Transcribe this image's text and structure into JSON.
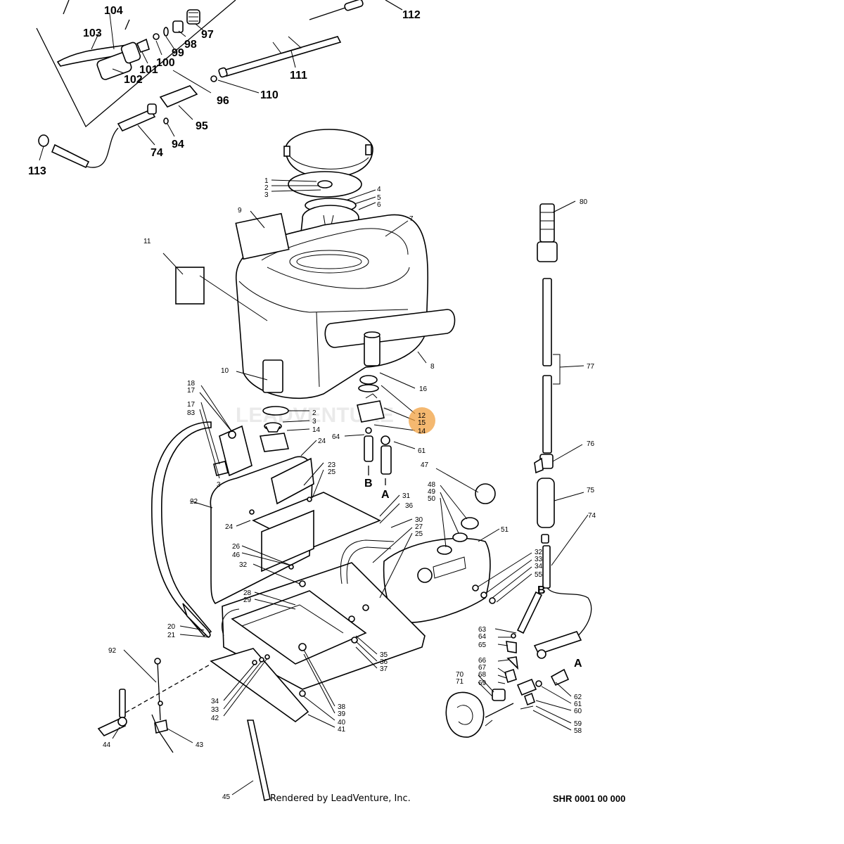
{
  "diagram": {
    "callouts": {
      "c112": "112",
      "c111": "111",
      "c110": "110",
      "c104": "104",
      "c103": "103",
      "c102": "102",
      "c101": "101",
      "c100": "100",
      "c99": "99",
      "c98": "98",
      "c97": "97",
      "c96": "96",
      "c95": "95",
      "c94": "94",
      "c74a": "74",
      "c113": "113",
      "c9": "9",
      "c11": "11",
      "c7": "7",
      "c8": "8",
      "c10": "10",
      "c16": "16",
      "c1": "1",
      "c2a": "2",
      "c3a": "3",
      "c4": "4",
      "c5": "5",
      "c6": "6",
      "c18": "18",
      "c17a": "17",
      "c17b": "17",
      "c83": "83",
      "c3b": "3",
      "c2b": "2",
      "c3c": "3",
      "c14": "14",
      "c12": "12",
      "c15": "15",
      "c14b": "14",
      "c64": "64",
      "c61": "61",
      "c24a": "24",
      "c23": "23",
      "c25a": "25",
      "c22": "22",
      "c24b": "24",
      "c31": "31",
      "c36a": "36",
      "c30": "30",
      "c27": "27",
      "c25b": "25",
      "c26": "26",
      "c46": "46",
      "c32a": "32",
      "c28": "28",
      "c29": "29",
      "c20": "20",
      "c21": "21",
      "c47": "47",
      "c48": "48",
      "c49": "49",
      "c50": "50",
      "c51": "51",
      "c32b": "32",
      "c33": "33",
      "c34": "34",
      "c55": "55",
      "c80": "80",
      "c77": "77",
      "c76": "76",
      "c75": "75",
      "c74b": "74",
      "c63": "63",
      "c64b": "64",
      "c65": "65",
      "c66": "66",
      "c67": "67",
      "c68": "68",
      "c69": "69",
      "c70": "70",
      "c71": "71",
      "c62": "62",
      "c61b": "61",
      "c60": "60",
      "c59": "59",
      "c58": "58",
      "c92": "92",
      "c44": "44",
      "c43": "43",
      "c34b": "34",
      "c33b": "33",
      "c42": "42",
      "c35": "35",
      "c36b": "36",
      "c37": "37",
      "c38": "38",
      "c39": "39",
      "c40": "40",
      "c41": "41",
      "c45": "45",
      "lblB1": "B",
      "lblA1": "A",
      "lblB2": "B",
      "lblA2": "A"
    }
  },
  "footer": {
    "credit": "Rendered by LeadVenture, Inc.",
    "code": "SHR 0001 00 000"
  },
  "watermark_text": "LEADVENTURE",
  "highlight_color": "#f0a040"
}
